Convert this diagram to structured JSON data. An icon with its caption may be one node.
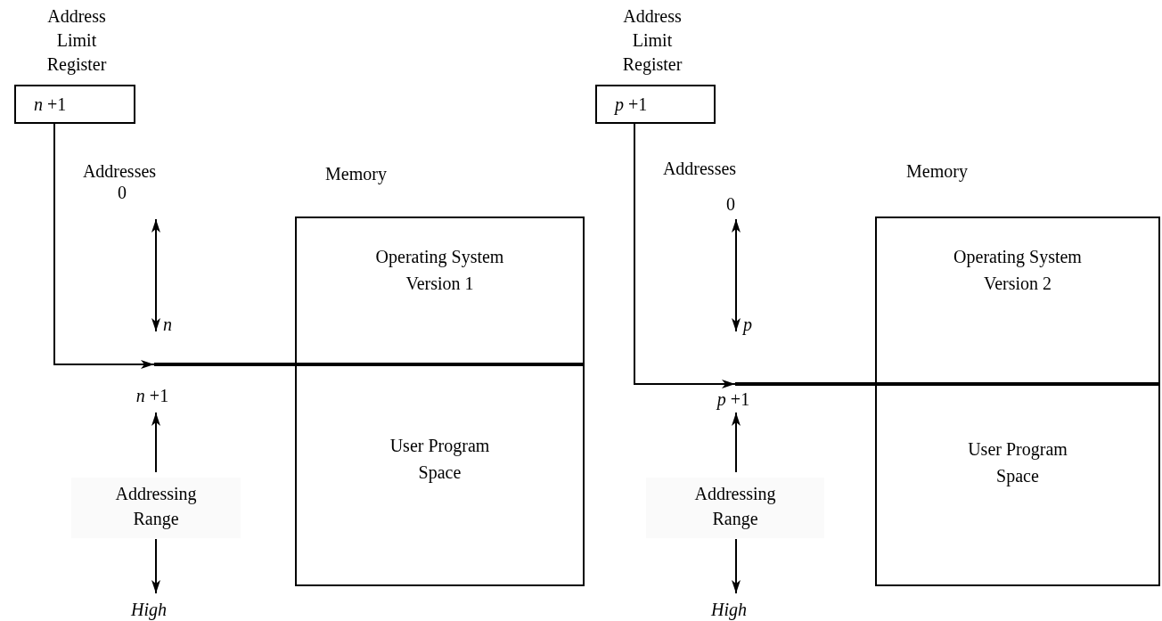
{
  "diagram": {
    "nodes": [
      {
        "text": [
          "Address Limit Register",
          "*n* +1"
        ]
      },
      {
        "text": [
          "Memory"
        ]
      },
      {
        "text": [
          "Operating System Version 1"
        ],
        "in": 1
      },
      {
        "text": [
          "User Program Space"
        ],
        "in": 1
      },
      {
        "text": [],
        "shape": "bar"
      },
      {
        "text": [
          "Address Limit Register",
          "*p* +1"
        ]
      },
      {
        "text": [
          "Memory"
        ]
      },
      {
        "text": [
          "Operating System Version 2"
        ],
        "in": 6
      },
      {
        "text": [
          "User Program Space"
        ],
        "in": 6
      },
      {
        "text": [],
        "shape": "bar"
      }
    ],
    "edges": [
      {
        "from": 0,
        "to": 4,
        "arrow": "to"
      },
      {
        "from": 5,
        "to": 9,
        "arrow": "to"
      }
    ],
    "labels": [
      "Addresses",
      "0",
      "n",
      "*n* +1",
      "Addressing Range",
      "High",
      "Addresses",
      "0",
      "p",
      "*p* +1",
      "Addressing Range",
      "High"
    ]
  }
}
